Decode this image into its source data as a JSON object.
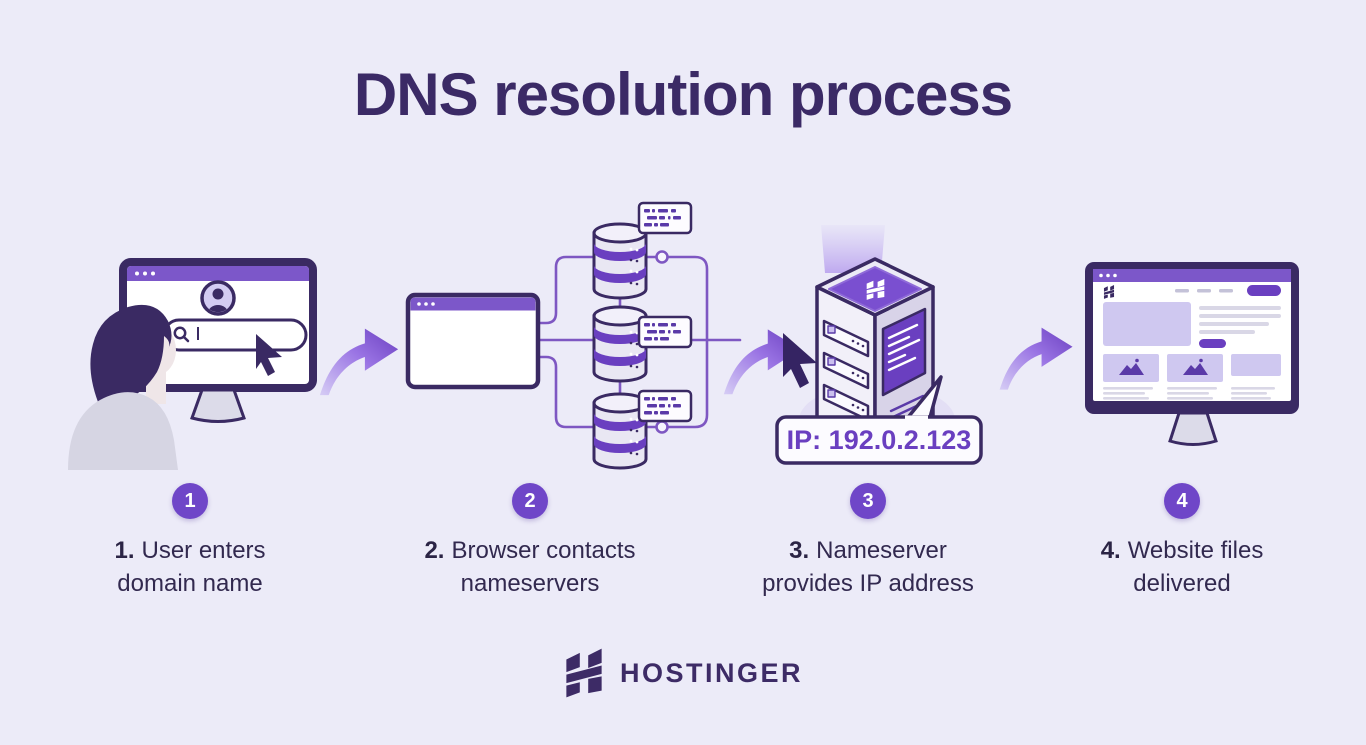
{
  "title": "DNS resolution process",
  "steps": [
    {
      "number": "1",
      "number_label": "1.",
      "caption_line1": "User enters",
      "caption_line2": "domain name"
    },
    {
      "number": "2",
      "number_label": "2.",
      "caption_line1": "Browser contacts",
      "caption_line2": "nameservers"
    },
    {
      "number": "3",
      "number_label": "3.",
      "caption_line1": "Nameserver",
      "caption_line2": "provides IP address"
    },
    {
      "number": "4",
      "number_label": "4.",
      "caption_line1": "Website files",
      "caption_line2": "delivered"
    }
  ],
  "ip_bubble": {
    "label": "IP: 192.0.2.123"
  },
  "brand": {
    "wordmark": "HOSTINGER"
  },
  "colors": {
    "background": "#ecebf8",
    "title_text": "#3b2a66",
    "caption_text": "#32294f",
    "badge_purple": "#6f46c8",
    "accent_purple": "#6a3fc0",
    "titlebar_purple": "#7c57c9",
    "light_purple_fill": "#cfc8f0",
    "outline_dark": "#3a2a63",
    "connector_purple": "#7e57c2"
  }
}
